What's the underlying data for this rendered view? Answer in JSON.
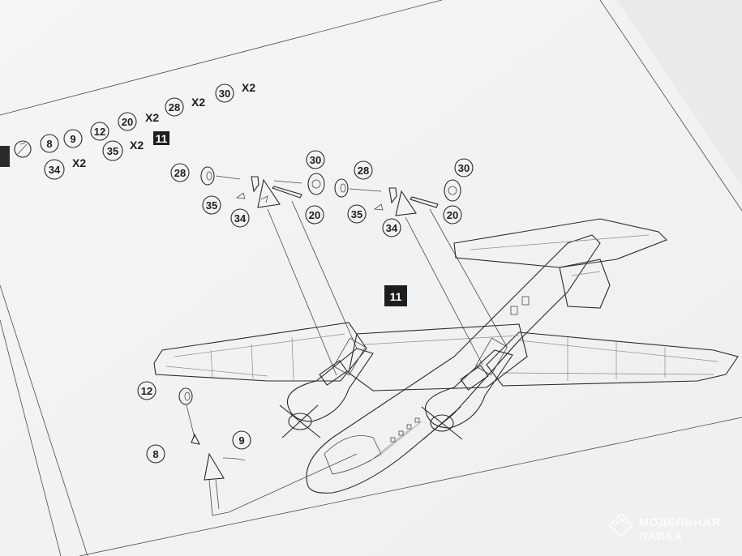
{
  "instructions": {
    "header_row1": [
      {
        "part": "20",
        "qty": "X2"
      },
      {
        "part": "28",
        "qty": "X2"
      },
      {
        "part": "30",
        "qty": "X2"
      }
    ],
    "header_row1_lead": [
      "8",
      "9",
      "12"
    ],
    "header_row2": [
      {
        "part": "34",
        "qty": "X2"
      },
      {
        "part": "35",
        "qty": "X2"
      }
    ],
    "header_step": "11",
    "left_gear": {
      "wheel": "28",
      "strut": "35",
      "door": "34",
      "hub": "30",
      "arm": "20"
    },
    "right_gear": {
      "wheel": "28",
      "strut": "35",
      "door": "34",
      "hub": "30",
      "arm": "20"
    },
    "nose_gear": {
      "wheel": "12",
      "strut": "8",
      "door": "9"
    },
    "step_label": "11"
  },
  "watermark": {
    "line1": "МОДЕЛЬНАЯ",
    "line2": "ЛАВКА"
  }
}
